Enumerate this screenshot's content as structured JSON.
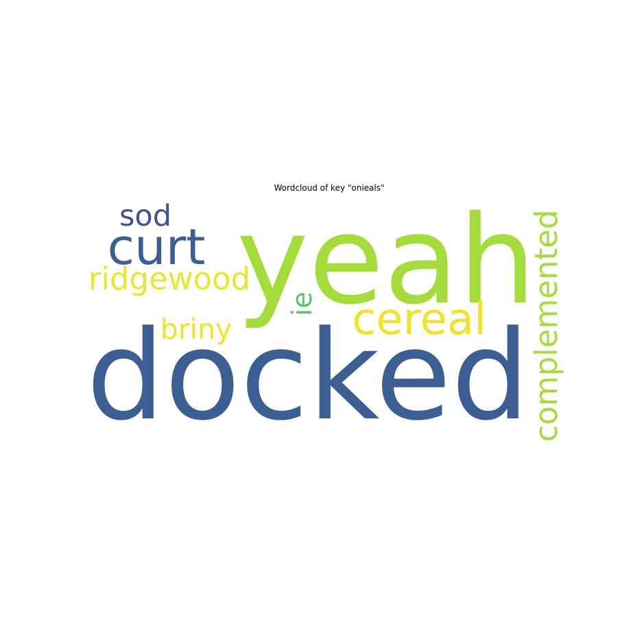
{
  "chart_data": {
    "type": "wordcloud",
    "title": "Wordcloud of key \"onieals\"",
    "words": [
      {
        "text": "docked",
        "weight": 1.0,
        "color": "#3b5f92",
        "orientation": "horizontal"
      },
      {
        "text": "yeah",
        "weight": 0.9,
        "color": "#a4dc3c",
        "orientation": "horizontal"
      },
      {
        "text": "curt",
        "weight": 0.38,
        "color": "#3b5f92",
        "orientation": "horizontal"
      },
      {
        "text": "cereal",
        "weight": 0.36,
        "color": "#f0e32a",
        "orientation": "horizontal"
      },
      {
        "text": "complemented",
        "weight": 0.26,
        "color": "#a4dc3c",
        "orientation": "vertical"
      },
      {
        "text": "ridgewood",
        "weight": 0.26,
        "color": "#e8e62e",
        "orientation": "horizontal"
      },
      {
        "text": "sod",
        "weight": 0.24,
        "color": "#3f5191",
        "orientation": "horizontal"
      },
      {
        "text": "briny",
        "weight": 0.23,
        "color": "#f0e32a",
        "orientation": "horizontal"
      },
      {
        "text": "ie",
        "weight": 0.22,
        "color": "#5ac864",
        "orientation": "vertical"
      }
    ]
  }
}
